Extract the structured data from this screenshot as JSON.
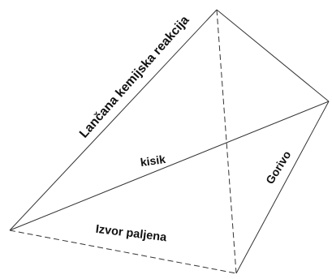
{
  "diagram": {
    "labels": {
      "chain_reaction": "Lančana kemijska reakcija",
      "oxygen": "kisik",
      "fuel": "Gorivo",
      "ignition_source": "Izvor paljena"
    }
  }
}
